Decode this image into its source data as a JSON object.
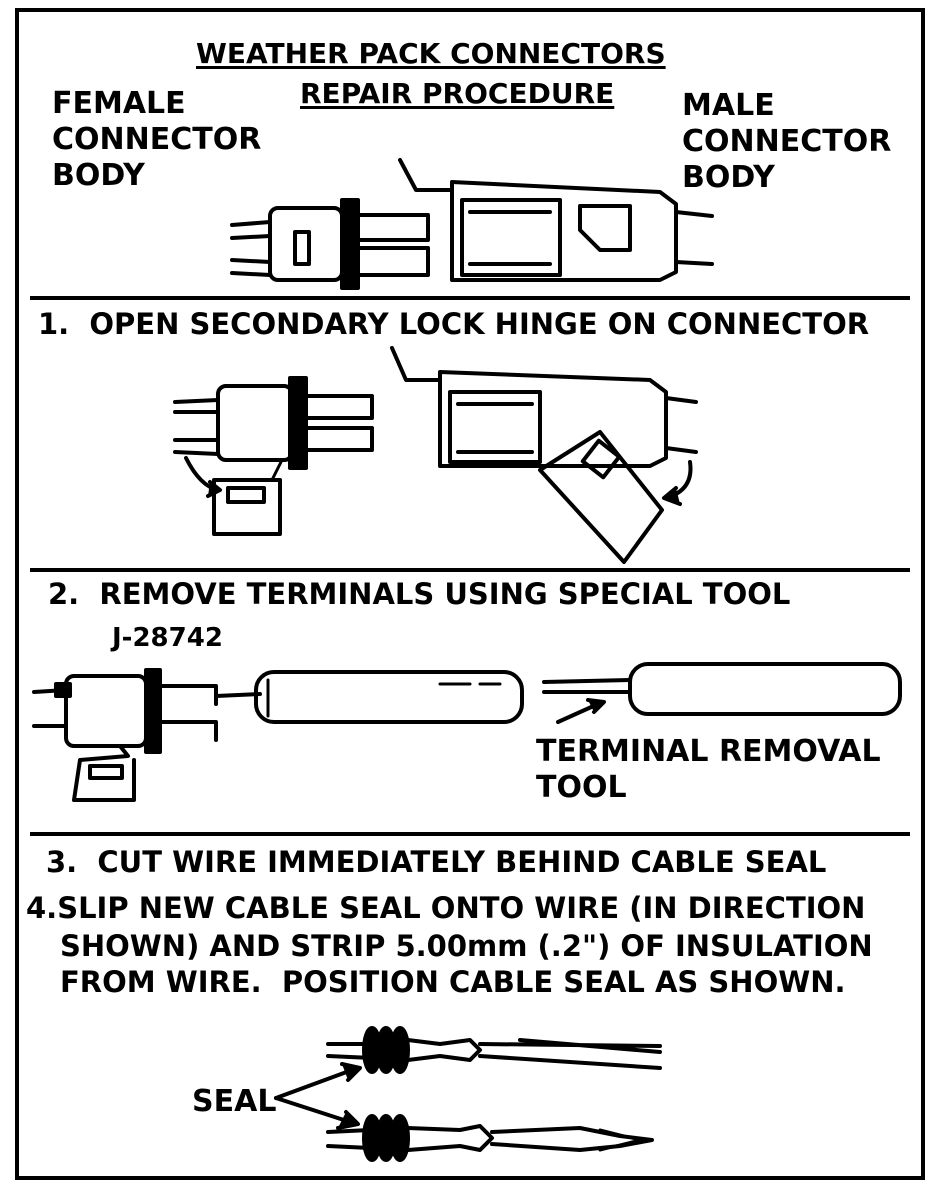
{
  "header": {
    "title": "WEATHER PACK CONNECTORS",
    "subtitle": "REPAIR PROCEDURE"
  },
  "labels": {
    "female": [
      "FEMALE",
      "CONNECTOR",
      "BODY"
    ],
    "male": [
      "MALE",
      "CONNECTOR",
      "BODY"
    ],
    "tool_number": "J-28742",
    "terminal_tool": [
      "TERMINAL REMOVAL",
      "TOOL"
    ],
    "seal": "SEAL"
  },
  "steps": {
    "step1": "1.  OPEN SECONDARY LOCK HINGE ON CONNECTOR",
    "step2": "2.  REMOVE TERMINALS USING SPECIAL TOOL",
    "step3": "3.  CUT WIRE IMMEDIATELY BEHIND CABLE SEAL",
    "step4": [
      "4.SLIP NEW CABLE SEAL ONTO WIRE (IN DIRECTION",
      "SHOWN) AND STRIP 5.00mm (.2\") OF INSULATION",
      "FROM WIRE.  POSITION CABLE SEAL AS SHOWN."
    ]
  }
}
